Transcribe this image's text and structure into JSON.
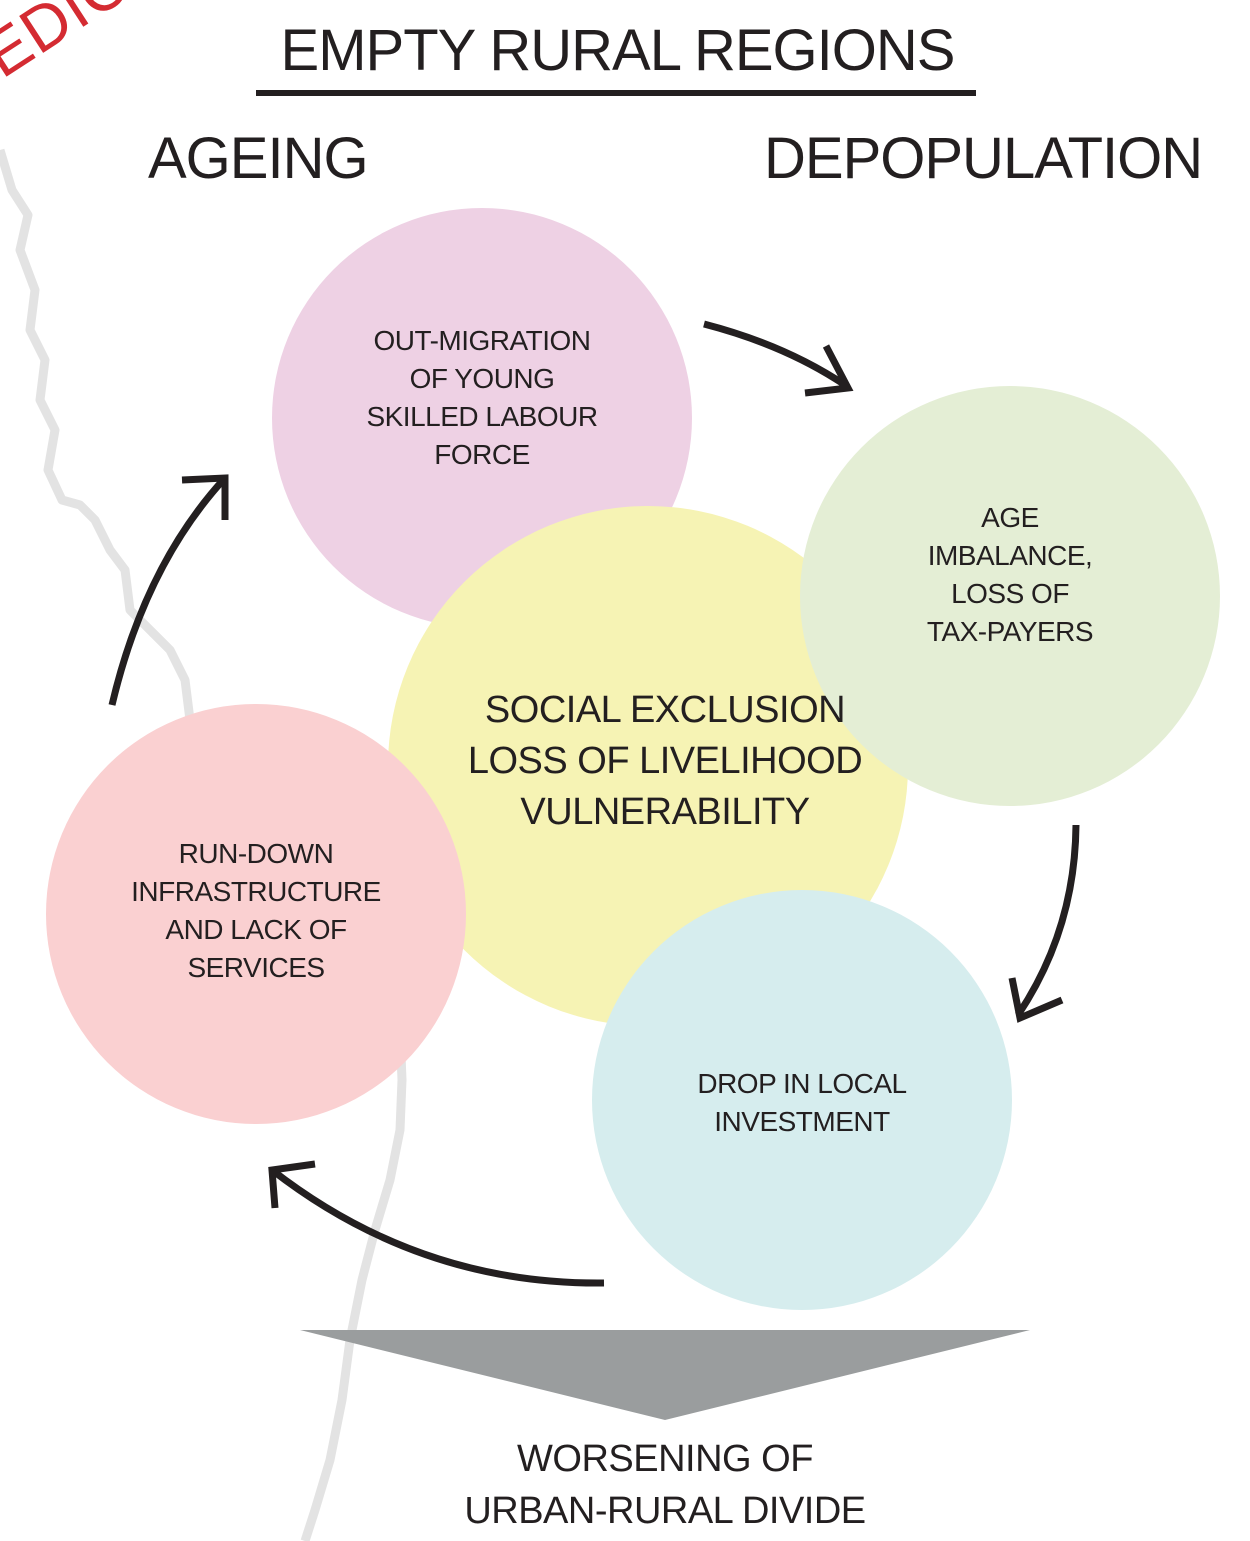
{
  "title": "EMPTY RURAL REGIONS",
  "labels": {
    "left": "AGEING",
    "right": "DEPOPULATION"
  },
  "stamp_text": "EDICTION",
  "nodes": {
    "out_migration": "OUT-MIGRATION\nOF YOUNG\nSKILLED LABOUR\nFORCE",
    "age_imbalance": "AGE\nIMBALANCE,\nLOSS OF\nTAX-PAYERS",
    "local_investment": "DROP IN LOCAL\nINVESTMENT",
    "infrastructure": "RUN-DOWN\nINFRASTRUCTURE\nAND LACK OF\nSERVICES",
    "center": "SOCIAL EXCLUSION\nLOSS OF LIVELIHOOD\nVULNERABILITY"
  },
  "outcome": "WORSENING OF\nURBAN-RURAL DIVIDE",
  "colors": {
    "out_migration": "#eed1e4",
    "center": "#f6f3b4",
    "age_imbalance": "#e4eed5",
    "infrastructure": "#fad0d1",
    "local_investment": "#d6edee",
    "outcome_arrow": "#9a9d9e",
    "stamp": "#d42b32",
    "map_outline": "#e3e3e3"
  }
}
